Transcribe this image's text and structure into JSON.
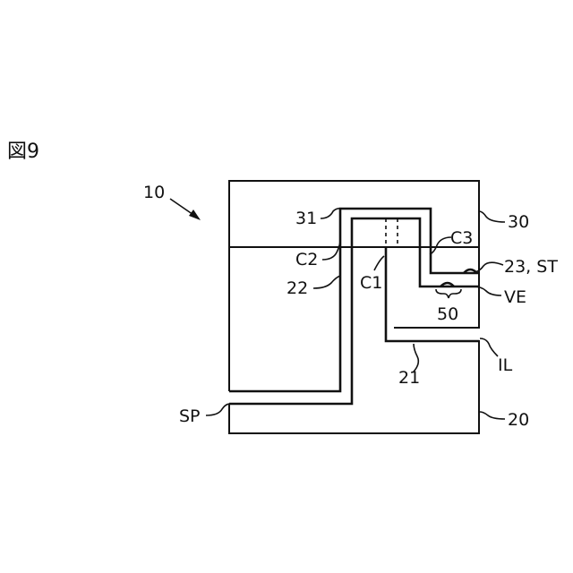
{
  "figure": {
    "title": "図9"
  },
  "labels": {
    "device": "10",
    "upper_layer": "30",
    "upper_wiring": "31",
    "contact_c3": "C3",
    "contact_c2": "C2",
    "structure": "23, ST",
    "wiring_22": "22",
    "contact_c1": "C1",
    "void_element": "VE",
    "gap": "50",
    "insulating_layer": "IL",
    "wiring_21": "21",
    "space": "SP",
    "lower_layer": "20"
  }
}
